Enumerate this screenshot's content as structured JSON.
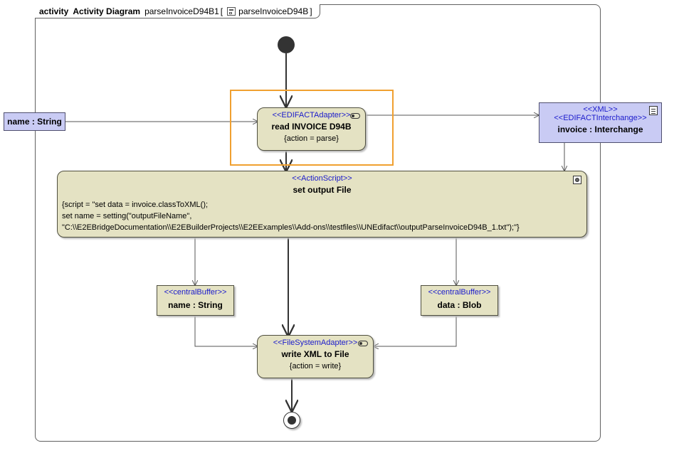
{
  "frame": {
    "kind": "activity",
    "diagram_type": "Activity Diagram",
    "diagram_name": "parseInvoiceD94B1",
    "bracket_open": "[",
    "behavior_name": "parseInvoiceD94B",
    "bracket_close": "]"
  },
  "input_param": {
    "label": "name : String"
  },
  "read_action": {
    "stereotype": "<<EDIFACTAdapter>>",
    "name": "read INVOICE D94B",
    "property": "{action = parse}"
  },
  "interchange": {
    "stereotype1": "<<XML>>",
    "stereotype2": "<<EDIFACTInterchange>>",
    "name": "invoice : Interchange"
  },
  "script_action": {
    "stereotype": "<<ActionScript>>",
    "name": "set output File",
    "line1": "{script = \"set data = invoice.classToXML();",
    "line2": "set name = setting(\"outputFileName\",",
    "line3": "\"C:\\\\E2EBridgeDocumentation\\\\E2EBuilderProjects\\\\E2EExamples\\\\Add-ons\\\\testfiles\\\\UNEdifact\\\\outputParseInvoiceD94B_1.txt\");\"}"
  },
  "buffer_name": {
    "stereotype": "<<centralBuffer>>",
    "label": "name : String"
  },
  "buffer_data": {
    "stereotype": "<<centralBuffer>>",
    "label": "data : Blob"
  },
  "write_action": {
    "stereotype": "<<FileSystemAdapter>>",
    "name": "write XML to File",
    "property": "{action = write}"
  },
  "colors": {
    "action_fill": "#e4e2c3",
    "param_fill": "#c9cbf4",
    "stereotype_text": "#1a1acc",
    "highlight": "#f0a030"
  }
}
